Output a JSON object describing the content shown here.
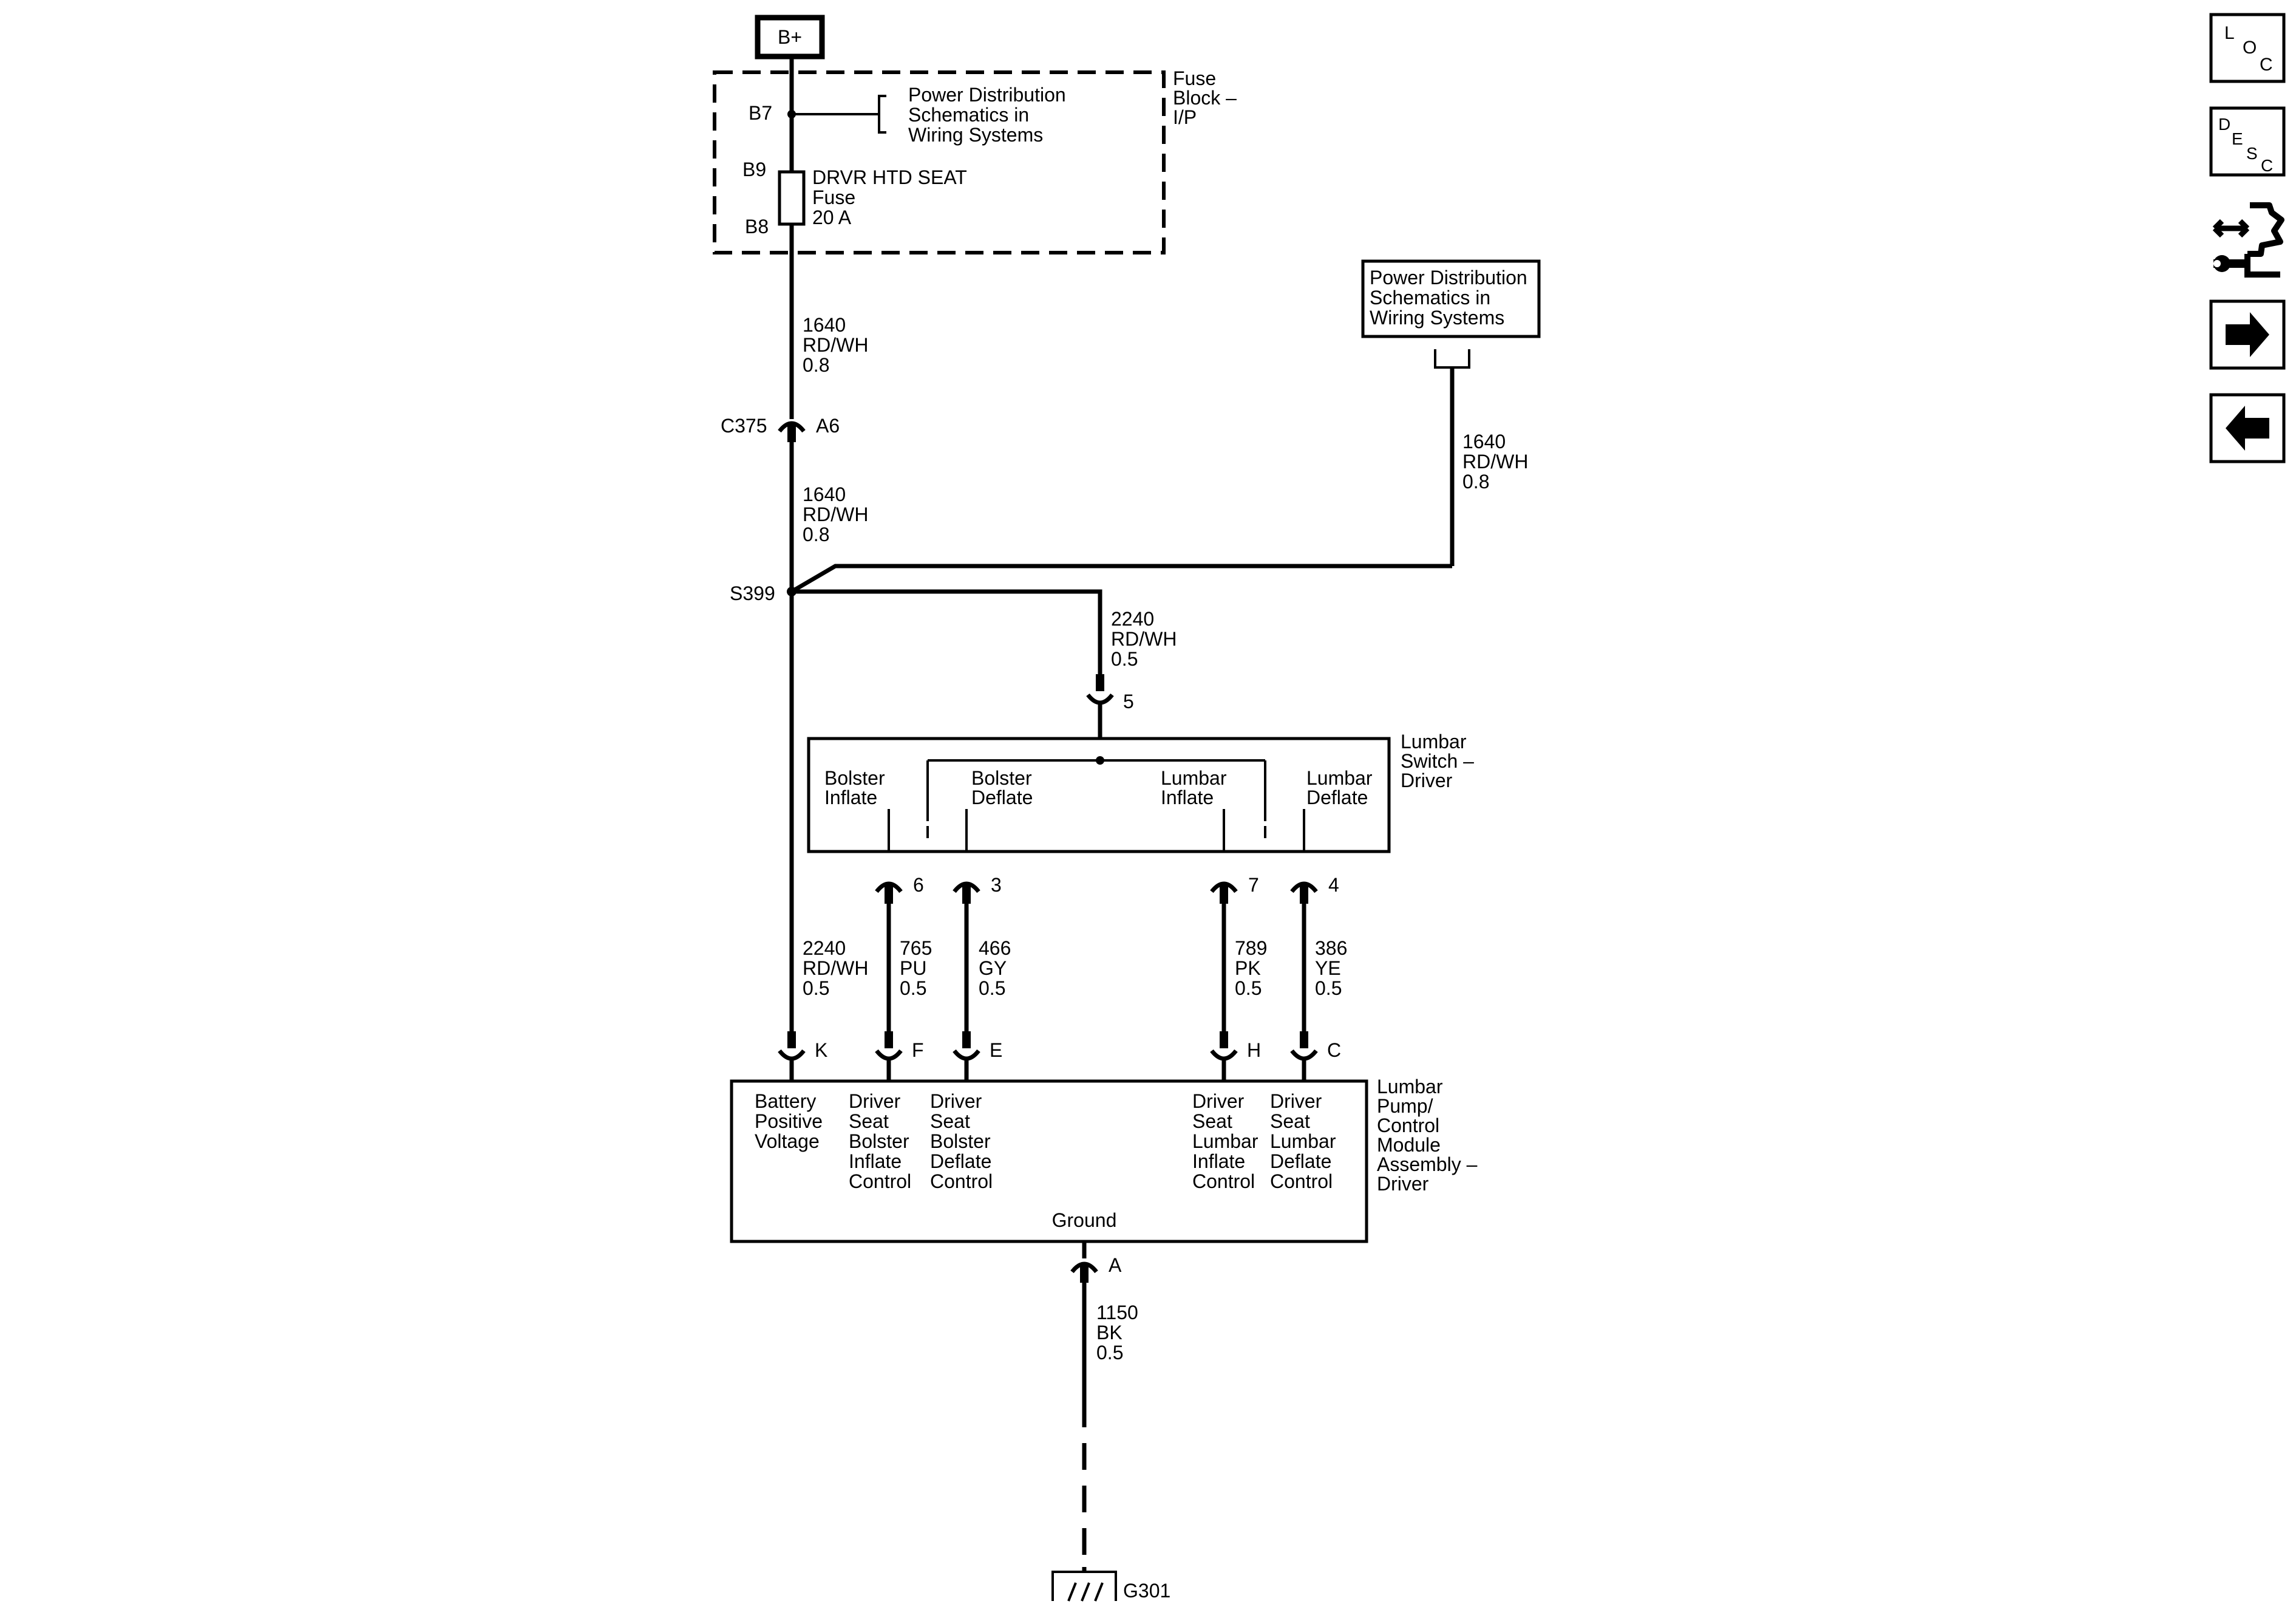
{
  "supply": {
    "label": "B+"
  },
  "fuse_block": {
    "title": [
      "Fuse",
      "Block –",
      "I/P"
    ],
    "pin_b7": "B7",
    "pin_b9": "B9",
    "pin_b8": "B8",
    "ref_text": [
      "Power Distribution",
      "Schematics in",
      "Wiring Systems"
    ],
    "fuse_text": [
      "DRVR HTD SEAT",
      "Fuse",
      "20 A"
    ]
  },
  "power_dist_box": {
    "text": [
      "Power Distribution",
      "Schematics in",
      "Wiring Systems"
    ]
  },
  "wires": {
    "w_fuse_out": [
      "1640",
      "RD/WH",
      "0.8"
    ],
    "w_c375_out": [
      "1640",
      "RD/WH",
      "0.8"
    ],
    "w_pd": [
      "1640",
      "RD/WH",
      "0.8"
    ],
    "w_switch_in": [
      "2240",
      "RD/WH",
      "0.5"
    ],
    "w_k": [
      "2240",
      "RD/WH",
      "0.5"
    ],
    "w_f": [
      "765",
      "PU",
      "0.5"
    ],
    "w_e": [
      "466",
      "GY",
      "0.5"
    ],
    "w_h": [
      "789",
      "PK",
      "0.5"
    ],
    "w_c": [
      "386",
      "YE",
      "0.5"
    ],
    "w_ground": [
      "1150",
      "BK",
      "0.5"
    ]
  },
  "connectors": {
    "c375": "C375",
    "c375_pin": "A6",
    "splice": "S399",
    "switch_pin_5": "5",
    "switch_pin_6": "6",
    "switch_pin_3": "3",
    "switch_pin_7": "7",
    "switch_pin_4": "4",
    "module_pin_k": "K",
    "module_pin_f": "F",
    "module_pin_e": "E",
    "module_pin_h": "H",
    "module_pin_c": "C",
    "module_pin_a": "A",
    "ground": "G301"
  },
  "lumbar_switch": {
    "title": [
      "Lumbar",
      "Switch –",
      "Driver"
    ],
    "bolster_inflate": [
      "Bolster",
      "Inflate"
    ],
    "bolster_deflate": [
      "Bolster",
      "Deflate"
    ],
    "lumbar_inflate": [
      "Lumbar",
      "Inflate"
    ],
    "lumbar_deflate": [
      "Lumbar",
      "Deflate"
    ]
  },
  "module": {
    "title": [
      "Lumbar",
      "Pump/",
      "Control",
      "Module",
      "Assembly –",
      "Driver"
    ],
    "battery": [
      "Battery",
      "Positive",
      "Voltage"
    ],
    "bolster_inflate": [
      "Driver",
      "Seat",
      "Bolster",
      "Inflate",
      "Control"
    ],
    "bolster_deflate": [
      "Driver",
      "Seat",
      "Bolster",
      "Deflate",
      "Control"
    ],
    "lumbar_inflate": [
      "Driver",
      "Seat",
      "Lumbar",
      "Inflate",
      "Control"
    ],
    "lumbar_deflate": [
      "Driver",
      "Seat",
      "Lumbar",
      "Deflate",
      "Control"
    ],
    "ground": "Ground"
  },
  "nav": {
    "loc": [
      "L",
      "O",
      "C"
    ],
    "desc": [
      "D",
      "E",
      "S",
      "C"
    ],
    "icons": [
      "connector-wrench-icon",
      "arrow-right-icon",
      "arrow-left-icon"
    ]
  }
}
